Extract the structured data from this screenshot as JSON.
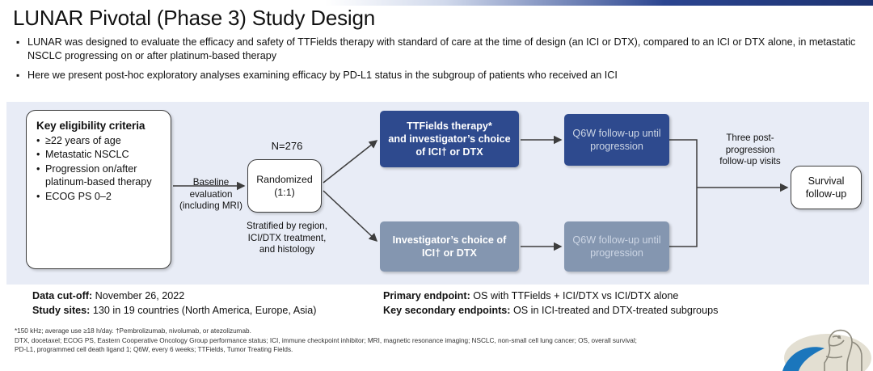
{
  "slide": {
    "title": "LUNAR Pivotal (Phase 3) Study Design",
    "bullets": [
      "LUNAR was designed to evaluate the efficacy and safety of TTFields therapy with standard of care at the time of design (an ICI or DTX), compared to an ICI or DTX alone, in metastatic NSCLC progressing on or after platinum-based therapy",
      "Here we present post-hoc exploratory analyses examining efficacy by PD-L1 status in the subgroup of patients who received an ICI"
    ]
  },
  "diagram": {
    "eligibility": {
      "heading": "Key eligibility criteria",
      "items": [
        "≥22 years of age",
        "Metastatic NSCLC",
        "Progression on/after platinum-based therapy",
        "ECOG PS 0–2"
      ]
    },
    "baseline_label": "Baseline evaluation (including MRI)",
    "enrollment_label": "N=276",
    "randomized": {
      "line1": "Randomized",
      "line2": "(1:1)"
    },
    "stratification_label": "Stratified by region, ICI/DTX treatment, and histology",
    "arm1": {
      "line1": "TTFields therapy*",
      "line2": "and investigator’s choice",
      "line3": "of ICI† or DTX",
      "followup": "Q6W follow-up until progression"
    },
    "arm2": {
      "line1": "Investigator’s choice of",
      "line2": "ICI† or DTX",
      "followup": "Q6W follow-up until progression"
    },
    "postprogression_label": "Three post-progression follow-up visits",
    "survival": {
      "line1": "Survival",
      "line2": "follow-up"
    },
    "colors": {
      "panel_bg": "#e8ecf6",
      "navy": "#2e4a8e",
      "steel": "#8496b0",
      "box_border": "#3d3d3d",
      "accent_rule": "#2b4590"
    }
  },
  "endpoints": {
    "data_cutoff_label": "Data cut-off:",
    "data_cutoff_value": "November 26, 2022",
    "study_sites_label": "Study sites:",
    "study_sites_value": "130 in 19 countries (North America, Europe, Asia)",
    "primary_label": "Primary endpoint:",
    "primary_value": "OS with TTFields + ICI/DTX vs ICI/DTX alone",
    "secondary_label": "Key secondary endpoints:",
    "secondary_value": "OS in ICI-treated and DTX-treated subgroups"
  },
  "footnotes": {
    "line1": "*150 kHz; average use ≥18 h/day. †Pembrolizumab, nivolumab, or atezolizumab.",
    "line2": "DTX, docetaxel; ECOG PS, Eastern Cooperative Oncology Group performance status; ICI, immune checkpoint inhibitor; MRI, magnetic resonance imaging; NSCLC, non-small cell lung cancer; OS, overall survival;",
    "line3": "PD-L1, programmed cell death ligand 1; Q6W, every 6 weeks; TTFields, Tumor Treating Fields."
  }
}
